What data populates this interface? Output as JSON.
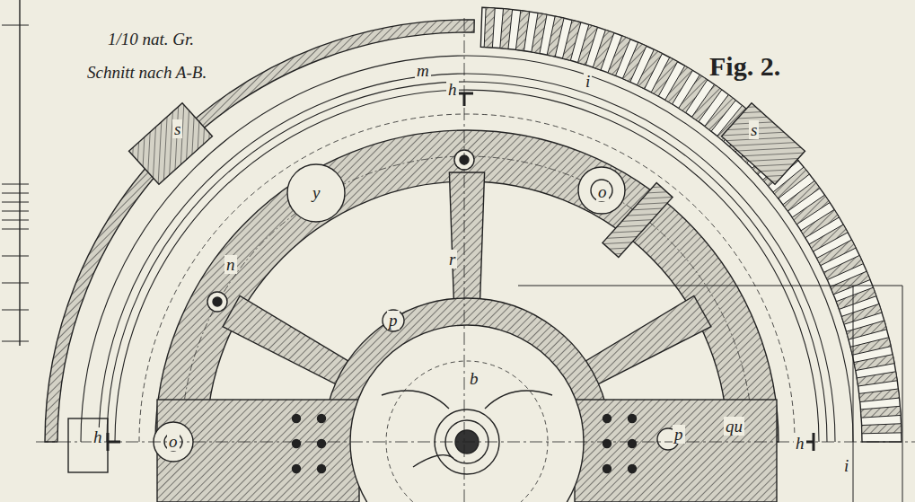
{
  "diagram": {
    "title": "Fig. 2.",
    "labels": [
      "1/10 nat. Gr.",
      "Schnitt nach A-B.",
      "m",
      "h",
      "i",
      "s",
      "s",
      "y",
      "o",
      "n",
      "r",
      "p",
      "b",
      "h",
      "o",
      "p",
      "qu",
      "h",
      "i"
    ]
  }
}
